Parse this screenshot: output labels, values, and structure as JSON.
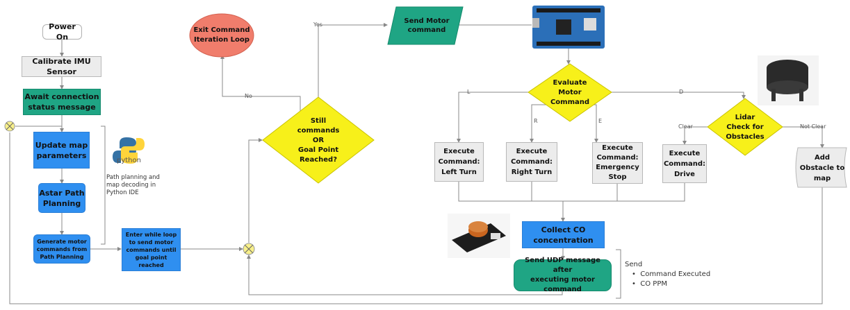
{
  "nodes": {
    "power_on": "Power On",
    "calibrate": "Calibrate IMU Sensor",
    "await": "Await connection\nstatus message",
    "update_map": "Update map\nparameters",
    "astar": "Astar Path\nPlanning",
    "generate": "Generate motor\ncommands from\nPath Planning",
    "enter_loop": "Enter while loop\nto send motor\ncommands until\ngoal point\nreached",
    "exit_loop": "Exit Command\nIteration Loop",
    "still_cmds": "Still\ncommands\nOR\nGoal Point\nReached?",
    "send_motor": "Send Motor\ncommand",
    "evaluate": "Evaluate\nMotor\nCommand",
    "left_turn": "Execute\nCommand:\nLeft Turn",
    "right_turn": "Execute\nCommand:\nRight Turn",
    "emergency": "Execute\nCommand:\nEmergency\nStop",
    "drive": "Execute\nCommand:\nDrive",
    "lidar": "Lidar\nCheck for\nObstacles",
    "add_obstacle": "Add\nObstacle to\nmap",
    "collect_co": "Collect CO\nconcentration",
    "send_udp": "Send UDP message after\nexecuting motor\ncommand"
  },
  "edge_labels": {
    "yes": "Yes",
    "no": "No",
    "l": "L",
    "r": "R",
    "e": "E",
    "d": "D",
    "clear": "Clear",
    "not_clear": "Not Clear"
  },
  "notes": {
    "python_note": "Path planning and\nmap decoding in\nPython IDE",
    "python_logo": "python",
    "send_title": "Send",
    "send_items": [
      "Command Executed",
      "CO PPM"
    ]
  },
  "colors": {
    "grey": "#ececec",
    "blue": "#2f8ff0",
    "teal": "#1fa584",
    "yellow": "#f7f01a",
    "salmon": "#f07d6c",
    "line": "#8a8a8a"
  }
}
